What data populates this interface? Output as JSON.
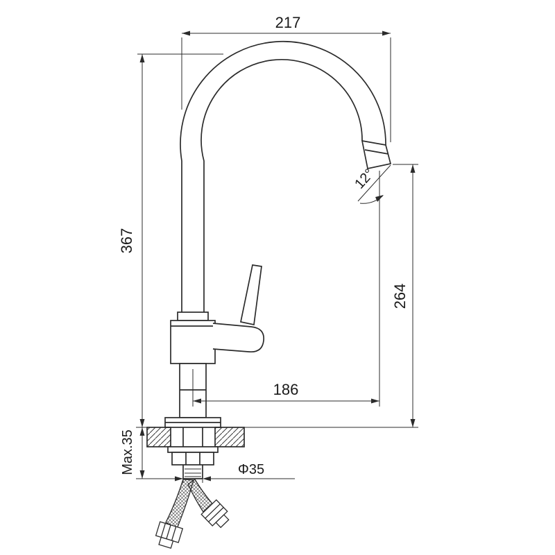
{
  "drawing": {
    "background_color": "#ffffff",
    "line_color": "#2b2b2b",
    "dimensions": {
      "top_width": "217",
      "left_height": "367",
      "right_height": "264",
      "reach": "186",
      "spout_angle": "12°",
      "max_mount_thickness": "Max.35",
      "hole_diameter": "Φ35"
    }
  }
}
